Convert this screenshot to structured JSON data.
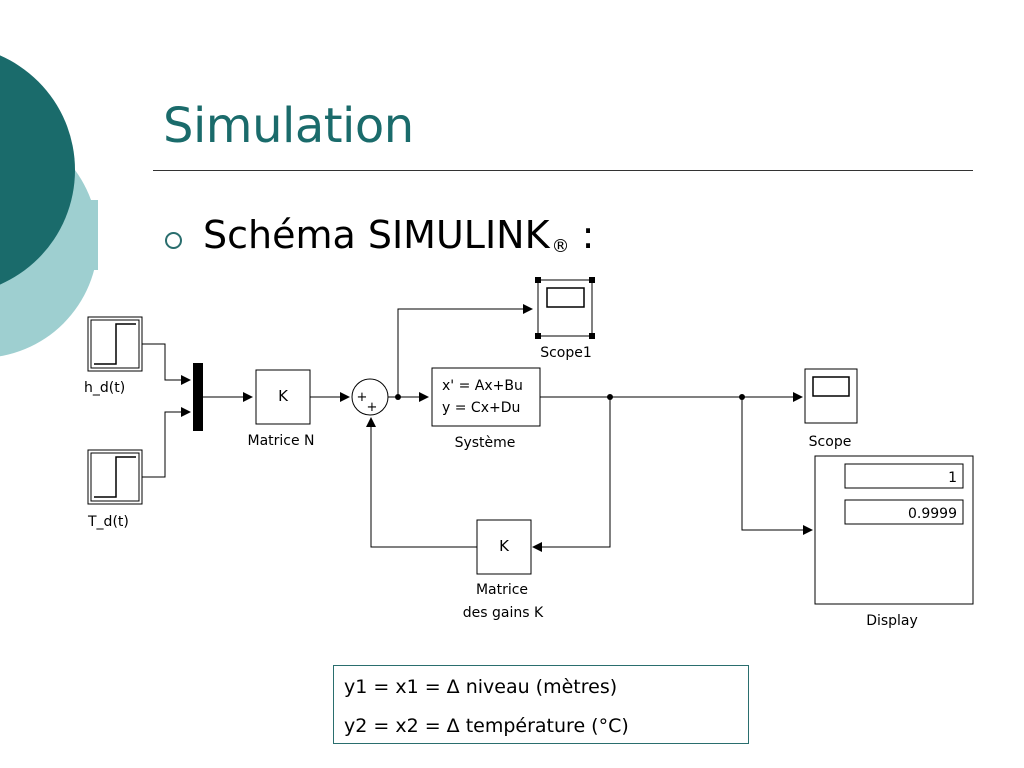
{
  "slide": {
    "title": "Simulation",
    "bullet_text": "Schéma SIMULINK",
    "bullet_superscript": "®",
    "bullet_suffix": " :",
    "accent_color": "#1a6b6b",
    "accent_light": "#9ecfd0"
  },
  "diagram": {
    "step1_label": "h_d(t)",
    "step2_label": "T_d(t)",
    "gain_symbol": "K",
    "gain1_label": "Matrice N",
    "sum_signs": [
      "+",
      "+"
    ],
    "system_eq1": "x' = Ax+Bu",
    "system_eq2": "y = Cx+Du",
    "system_label": "Système",
    "scope1_label": "Scope1",
    "scope_label": "Scope",
    "feedback_gain_label_line1": "Matrice",
    "feedback_gain_label_line2": "des gains K",
    "display_label": "Display",
    "display_values": [
      "1",
      "0.9999"
    ]
  },
  "legend": {
    "line1": "y1 = x1 = Δ niveau (mètres)",
    "line2": "y2 = x2 = Δ température (°C)"
  }
}
